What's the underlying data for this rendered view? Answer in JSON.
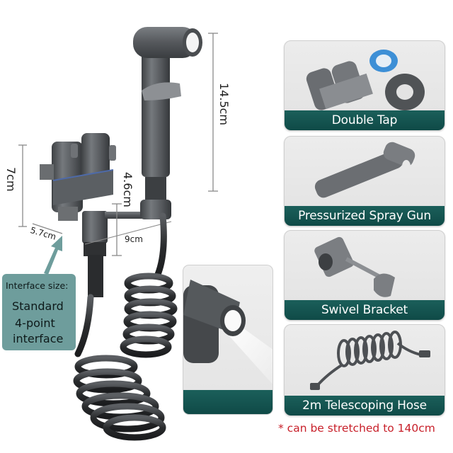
{
  "dimensions": {
    "spray_gun_length": "14.5cm",
    "valve_height": "7cm",
    "valve_width": "5.7cm",
    "connector_height": "4.6cm",
    "bracket_length": "9cm"
  },
  "callout": {
    "title": "Interface size:",
    "line1": "Standard",
    "line2": "4-point",
    "line3": "interface"
  },
  "cards": [
    {
      "label": "Double Tap",
      "icon": "double-tap-valve-image"
    },
    {
      "label": "Pressurized Spray Gun",
      "icon": "spray-gun-image"
    },
    {
      "label": "Swivel Bracket",
      "icon": "swivel-bracket-image"
    },
    {
      "label": "2m Telescoping Hose",
      "icon": "coiled-hose-image"
    }
  ],
  "footnote": "* can be stretched to 140cm",
  "colors": {
    "label_bar": "#114d4a",
    "callout_bg": "#6e9d9c",
    "footnote": "#c8202a",
    "metal": "#5a5d60"
  }
}
